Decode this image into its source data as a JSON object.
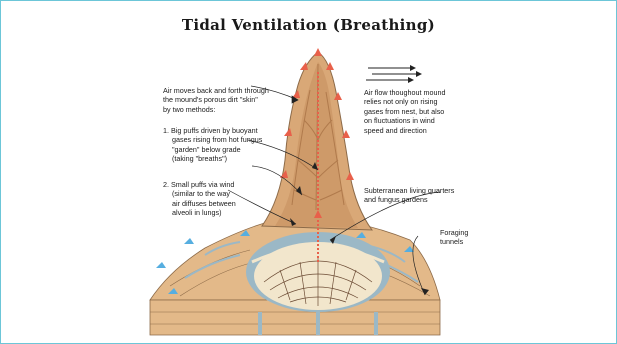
{
  "title": "Tidal Ventilation (Breathing)",
  "annotations": {
    "intro": [
      "Air moves back and forth through",
      "the mound's porous dirt \"skin\"",
      "by two methods:"
    ],
    "method1": [
      "1.  Big puffs driven by buoyant",
      "gases rising from hot fungus",
      "\"garden\" below grade",
      "(taking \"breaths\")"
    ],
    "method2": [
      "2.  Small puffs via wind",
      "(similar to the way",
      "air diffuses between",
      "alveoli in lungs)"
    ],
    "airflow": [
      "Air flow thoughout mound",
      "relies not only on rising",
      "gases from nest, but also",
      "on fluctuations in wind",
      "speed and direction"
    ],
    "quarters": [
      "Subterranean living quarters",
      "and fungus gardens"
    ],
    "foraging": [
      "Foraging",
      "tunnels"
    ]
  },
  "colors": {
    "mound": "#d9a877",
    "mound_dark": "#c48e5e",
    "ground": "#e3b989",
    "channels": "#9bb8c6",
    "red_arrow": "#e8604a",
    "blue_arrow": "#56aee0",
    "nest": "#f2e6cc",
    "frame": "#6cc6d8"
  }
}
